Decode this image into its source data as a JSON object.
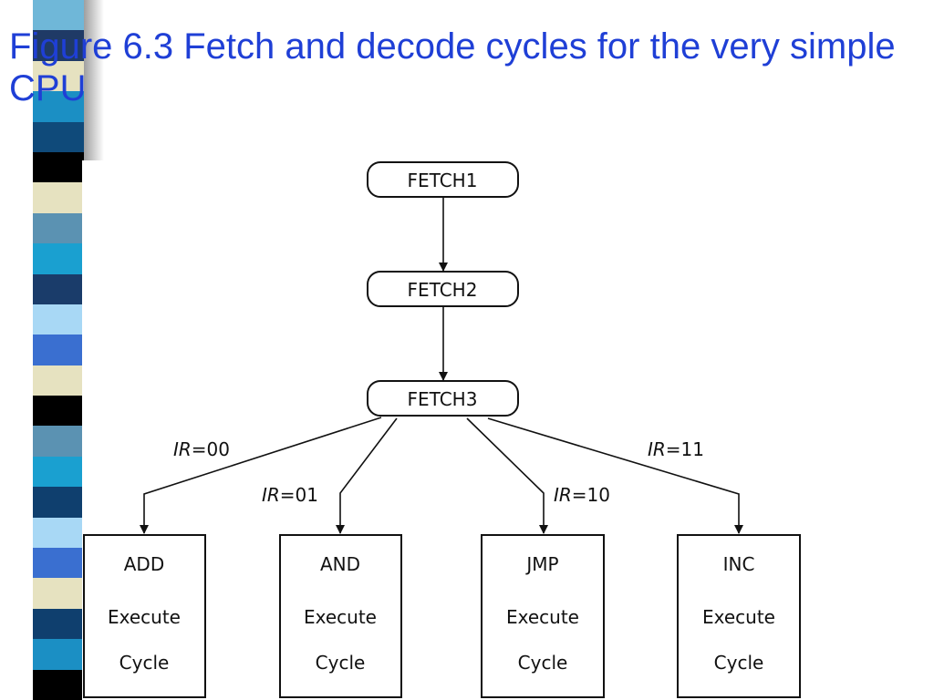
{
  "slide": {
    "title": "Figure 6.3 Fetch and decode cycles for the very simple CPU"
  },
  "decoration": {
    "stripe_colors": [
      "#6fb7d8",
      "#1f3a66",
      "#e6e2c0",
      "#1b8fc4",
      "#0f4a7a",
      "#000000",
      "#e6e2c0",
      "#5b92b2",
      "#1aa0d0",
      "#1a3c6a",
      "#a8d8f5",
      "#3a6fd0",
      "#e6e2c0",
      "#000000",
      "#5b92b2",
      "#1aa0d0",
      "#0f3f6e",
      "#a8d8f5",
      "#3a6fd0",
      "#e6e2c0",
      "#0f3f6e",
      "#1b8fc4",
      "#000000"
    ]
  },
  "diagram": {
    "fetch_states": [
      "FETCH1",
      "FETCH2",
      "FETCH3"
    ],
    "branch_conditions": [
      {
        "ir": "IR",
        "value": "=00"
      },
      {
        "ir": "IR",
        "value": "=01"
      },
      {
        "ir": "IR",
        "value": "=10"
      },
      {
        "ir": "IR",
        "value": "=11"
      }
    ],
    "execute_states": [
      {
        "name": "ADD",
        "line2": "Execute",
        "line3": "Cycle"
      },
      {
        "name": "AND",
        "line2": "Execute",
        "line3": "Cycle"
      },
      {
        "name": "JMP",
        "line2": "Execute",
        "line3": "Cycle"
      },
      {
        "name": "INC",
        "line2": "Execute",
        "line3": "Cycle"
      }
    ]
  }
}
